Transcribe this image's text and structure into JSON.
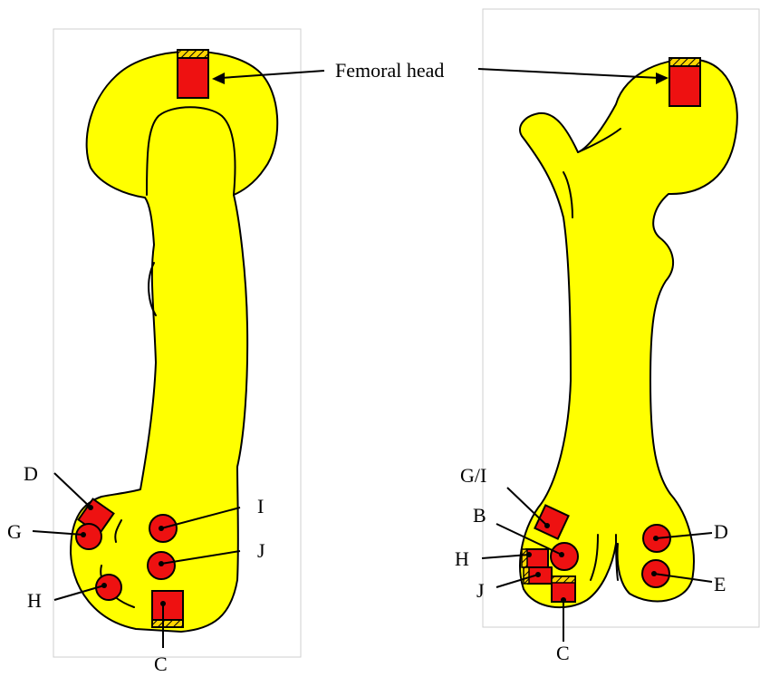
{
  "labels": {
    "femoral_head": "Femoral head",
    "left": {
      "D": "D",
      "G": "G",
      "H": "H",
      "I": "I",
      "J": "J",
      "C": "C"
    },
    "right": {
      "GI": "G/I",
      "B": "B",
      "H": "H",
      "J": "J",
      "D": "D",
      "E": "E",
      "C": "C"
    }
  },
  "colors": {
    "bone": "#ffff00",
    "sample": "#ee1111",
    "outline": "#000000",
    "frame": "#cfcfcf"
  }
}
